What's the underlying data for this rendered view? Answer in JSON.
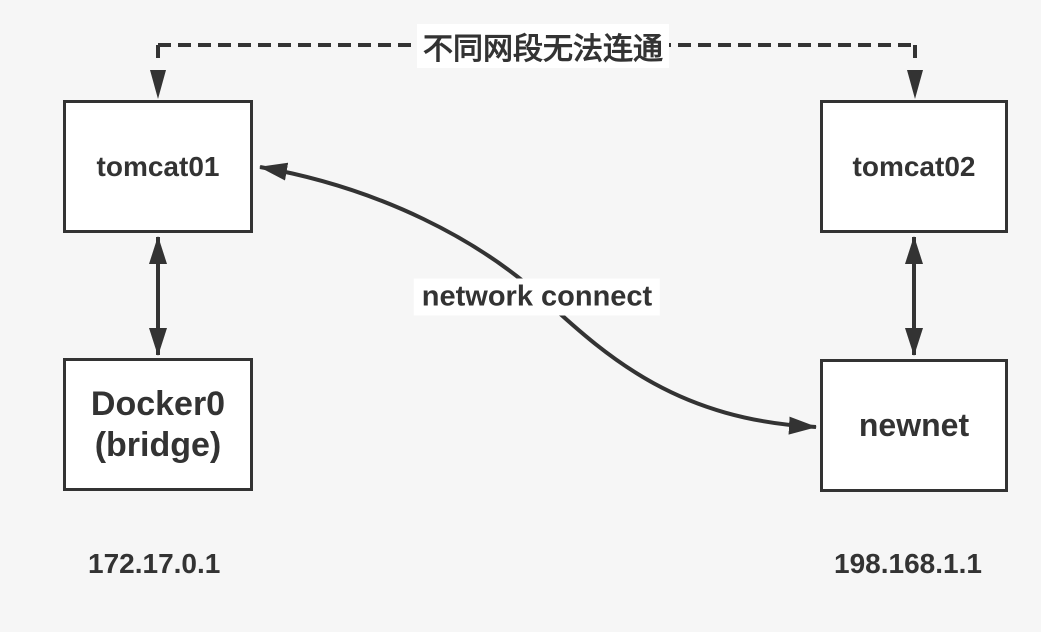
{
  "diagram": {
    "background_color": "#f6f6f6",
    "line_color": "#333333",
    "node_fill": "#ffffff",
    "text_color": "#333333",
    "nodes": [
      {
        "id": "tomcat01",
        "label": "tomcat01"
      },
      {
        "id": "tomcat02",
        "label": "tomcat02"
      },
      {
        "id": "docker0",
        "label": "Docker0\n(bridge)"
      },
      {
        "id": "newnet",
        "label": "newnet"
      }
    ],
    "annotations": {
      "segment_warning": "不同网段无法连通",
      "network_connect": "network connect",
      "ip_left": "172.17.0.1",
      "ip_right": "198.168.1.1"
    },
    "edges": [
      {
        "from": "tomcat01",
        "to": "tomcat02",
        "style": "dashed",
        "arrows": "down-into-both",
        "label": "不同网段无法连通"
      },
      {
        "from": "tomcat01",
        "to": "docker0",
        "style": "solid",
        "arrows": "both"
      },
      {
        "from": "tomcat02",
        "to": "newnet",
        "style": "solid",
        "arrows": "both"
      },
      {
        "from": "tomcat01",
        "to": "newnet",
        "style": "curved",
        "arrows": "both",
        "label": "network connect"
      }
    ]
  }
}
